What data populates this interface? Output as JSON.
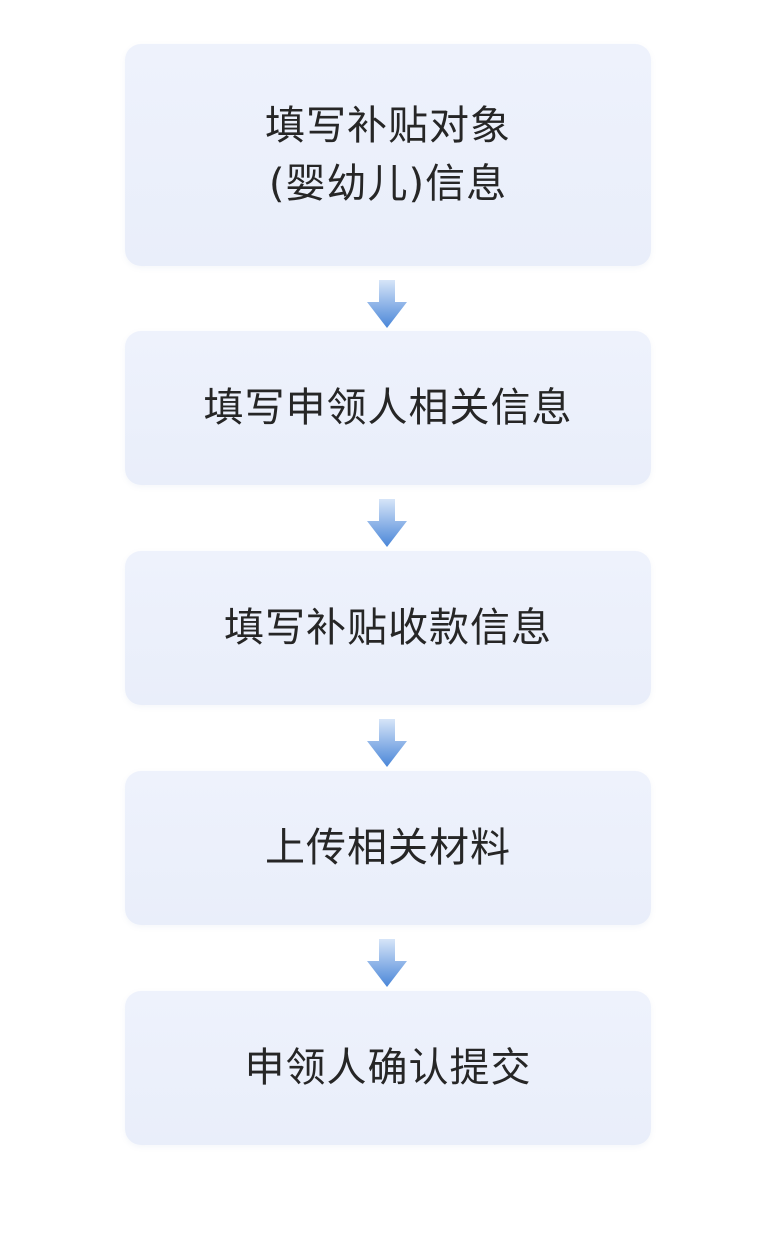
{
  "steps": [
    {
      "label": "填写补贴对象\n(婴幼儿)信息"
    },
    {
      "label": "填写申领人相关信息"
    },
    {
      "label": "填写补贴收款信息"
    },
    {
      "label": "上传相关材料"
    },
    {
      "label": "申领人确认提交"
    }
  ],
  "colors": {
    "card_background": "#eaeffb",
    "arrow_top": "#cfe0f6",
    "arrow_bottom": "#4a86d8",
    "text": "#262626"
  }
}
